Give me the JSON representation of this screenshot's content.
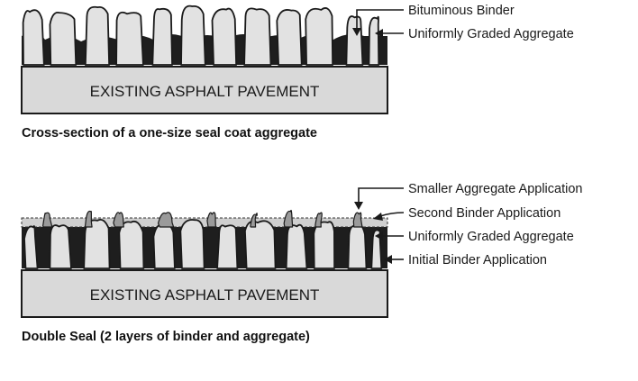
{
  "top_section": {
    "pavement_label": "EXISTING ASPHALT PAVEMENT",
    "caption": "Cross-section of a one-size seal coat aggregate",
    "callouts": [
      "Bituminous Binder",
      "Uniformly Graded Aggregate"
    ]
  },
  "bottom_section": {
    "pavement_label": "EXISTING ASPHALT PAVEMENT",
    "caption": "Double Seal (2 layers of binder and aggregate)",
    "callouts": [
      "Smaller Aggregate Application",
      "Second Binder Application",
      "Uniformly Graded Aggregate",
      "Initial Binder Application"
    ]
  }
}
